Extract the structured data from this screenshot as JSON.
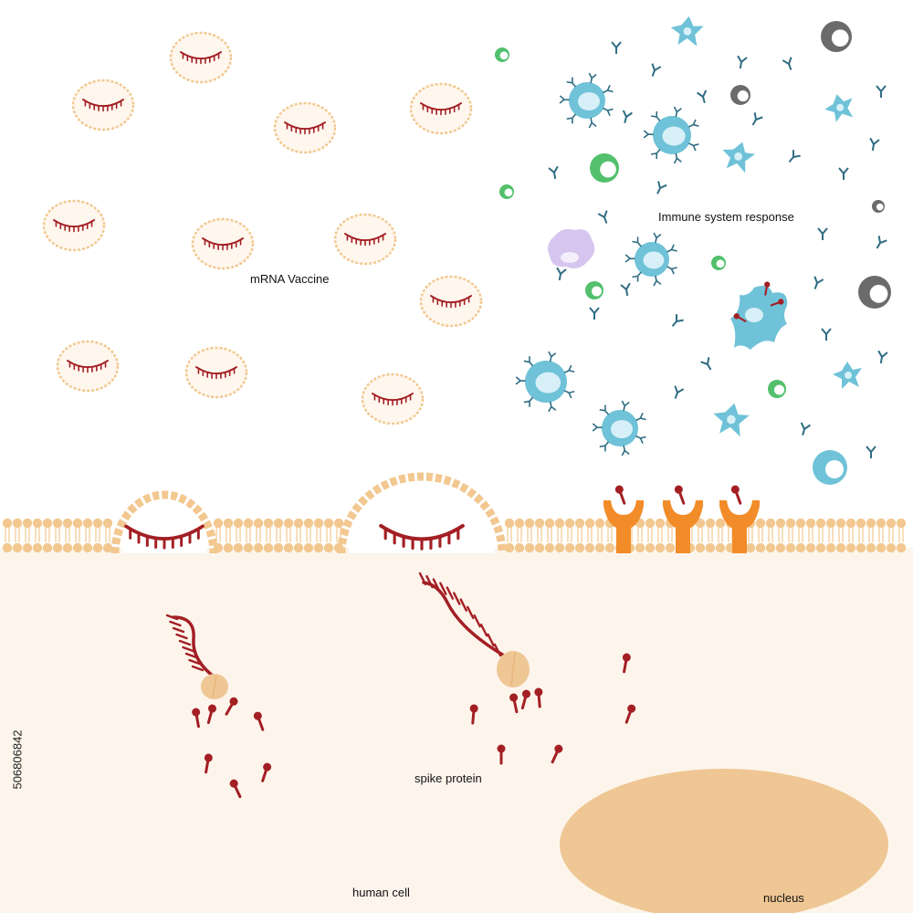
{
  "labels": {
    "vaccine": "mRNA Vaccine",
    "immune": "Immune system response",
    "spike": "spike protein",
    "cell": "human cell",
    "nucleus": "nucleus",
    "stock_id": "506806842"
  },
  "colors": {
    "cytoplasm": "#fdf5ec",
    "membrane": "#f2c890",
    "mrna": "#a31f24",
    "receptor": "#f28c28",
    "nucleus": "#efc795",
    "ribosome": "#efc795",
    "immune_cell": "#6fc2d8",
    "antibody": "#2f6c83",
    "green_cell": "#52c06c",
    "gray_cell": "#6b6b6b",
    "lavender_cell": "#d6c6ef"
  },
  "icons": [
    "vaccine-particle-icon",
    "mrna-strand-icon",
    "ribosome-icon",
    "spike-protein-icon",
    "receptor-icon",
    "t-cell-icon",
    "dendritic-cell-icon",
    "antibody-icon",
    "lymphocyte-icon"
  ]
}
